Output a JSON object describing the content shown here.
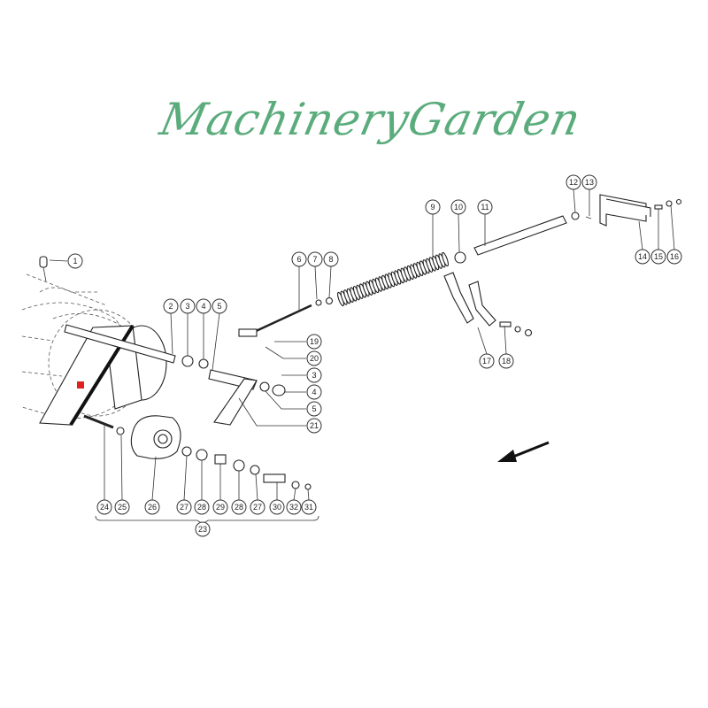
{
  "diagram": {
    "callouts": [
      "1",
      "2",
      "3",
      "4",
      "5",
      "6",
      "7",
      "8",
      "9",
      "10",
      "11",
      "12",
      "13",
      "14",
      "15",
      "16",
      "19",
      "20",
      "3",
      "4",
      "5",
      "21",
      "17",
      "18",
      "24",
      "25",
      "26",
      "27",
      "28",
      "29",
      "28",
      "27",
      "30",
      "32",
      "31",
      "23"
    ],
    "watermark": "MachineryGarden",
    "colors": {
      "watermark": "#3f9e66",
      "marker": "#e02020",
      "ink": "#222222"
    }
  }
}
